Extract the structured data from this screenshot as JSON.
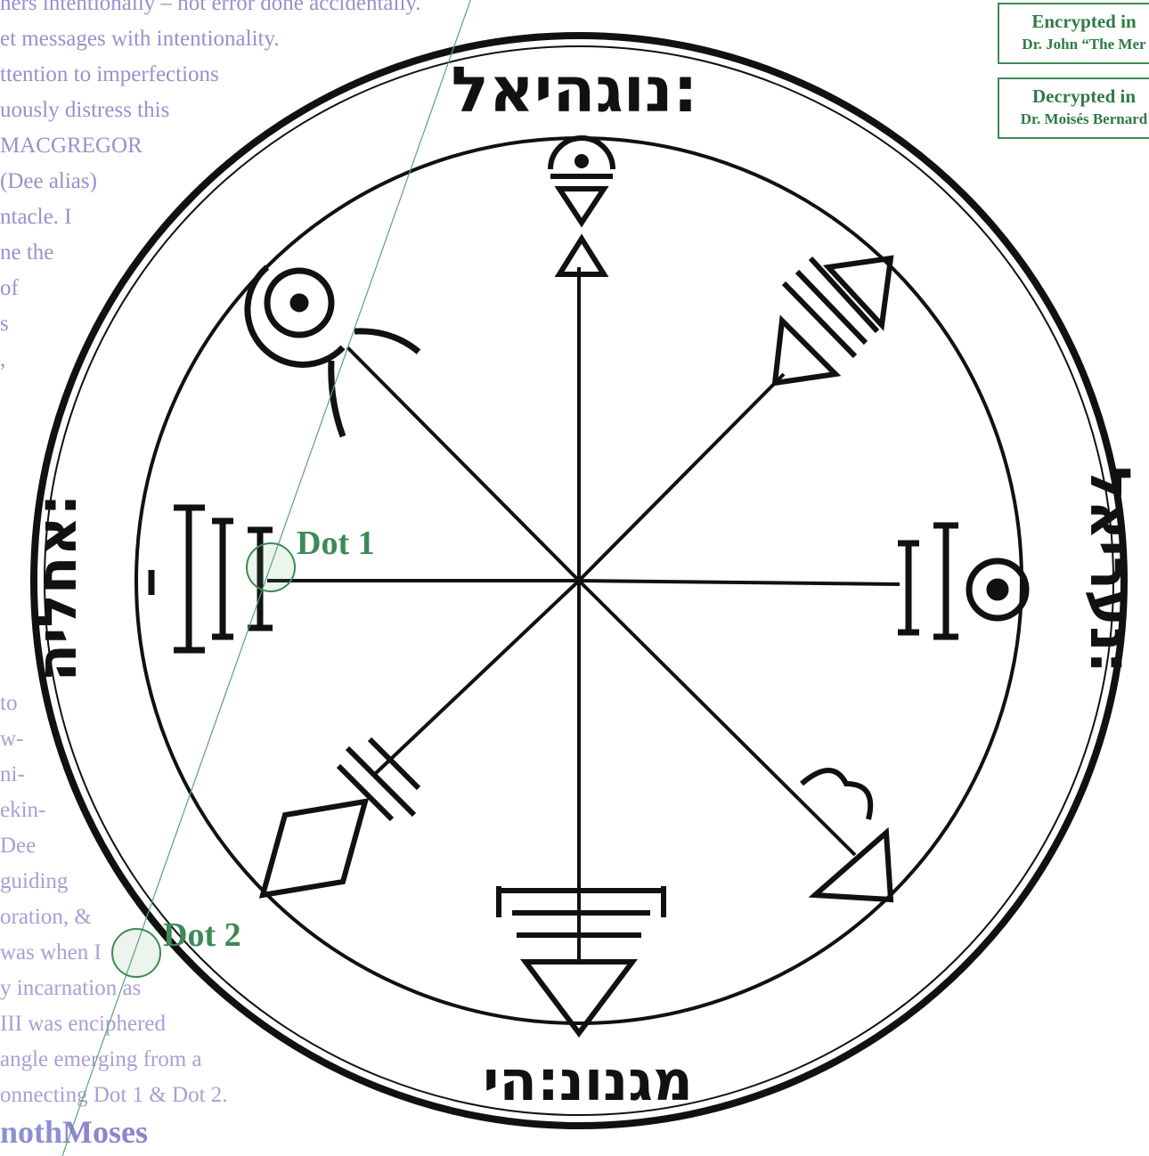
{
  "top_text": {
    "lines": [
      "hers intentionally – not error done accidentally.",
      "et messages with intentionality.",
      "ttention to imperfections",
      "uously distress this",
      "MACGREGOR",
      "(Dee alias)",
      "ntacle. I",
      "ne the",
      " of",
      "s",
      ","
    ]
  },
  "bottom_text": {
    "lines": [
      "to",
      "w-",
      "ni-",
      "ekin-",
      " Dee",
      " guiding",
      "oration, &",
      "was when I",
      "y incarnation as",
      " III was enciphered",
      "angle emerging from a",
      "onnecting Dot 1 & Dot 2."
    ]
  },
  "bottom_title": {
    "part_a": "noth",
    "part_b": "Moses"
  },
  "boxes": {
    "encrypted": {
      "line1": "Encrypted in",
      "line2": "Dr. John “The Mer"
    },
    "decrypted": {
      "line1": "Decrypted in",
      "line2": "Dr. Moisés Bernard"
    }
  },
  "dots": {
    "dot1": "Dot 1",
    "dot2": "Dot 2"
  },
  "pentacle": {
    "hebrew_top": "נוגהיאל:",
    "hebrew_right": "נעריאל:",
    "hebrew_bottom": "מגנונ:הי",
    "hebrew_left": "אחליה:"
  },
  "colors": {
    "faded_text": "#9a8fd0",
    "green_accent": "#3d8a56",
    "ink": "#111111"
  }
}
